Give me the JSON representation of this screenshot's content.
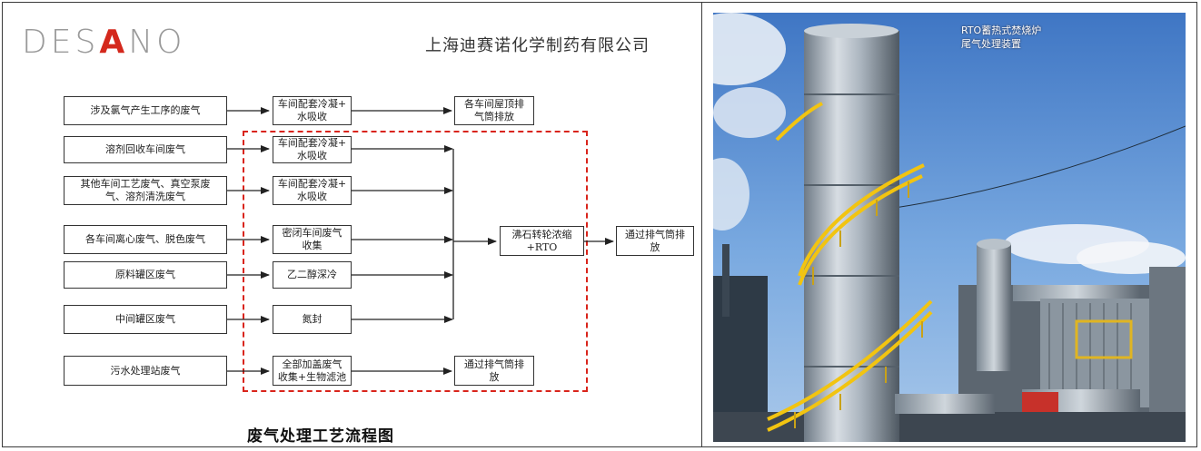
{
  "logo": {
    "part1": "DES",
    "part2": "A",
    "part3": "NO"
  },
  "company": "上海迪赛诺化学制药有限公司",
  "caption": "废气处理工艺流程图",
  "sources": [
    "涉及氯气产生工序的废气",
    "溶剂回收车间废气",
    "其他车间工艺废气、真空泵废\n气、溶剂清洗废气",
    "各车间离心废气、脱色废气",
    "原料罐区废气",
    "中间罐区废气",
    "污水处理站废气"
  ],
  "treatments": [
    "车间配套冷凝+\n水吸收",
    "车间配套冷凝+\n水吸收",
    "车间配套冷凝+\n水吸收",
    "密闭车间废气\n收集",
    "乙二醇深冷",
    "氮封",
    "全部加盖废气\n收集+生物滤池"
  ],
  "outputs": {
    "roof": "各车间屋顶排\n气筒排放",
    "rto": "沸石转轮浓缩\n+RTO",
    "stack_main": "通过排气筒排\n放",
    "stack_wwtp": "通过排气筒排\n放"
  },
  "photo": {
    "title": "RTO蓄热式焚烧炉\n尾气处理装置"
  },
  "colors": {
    "dashed_border": "#d9241b",
    "logo_red": "#d4281c",
    "sky": "#6d9fd8"
  }
}
